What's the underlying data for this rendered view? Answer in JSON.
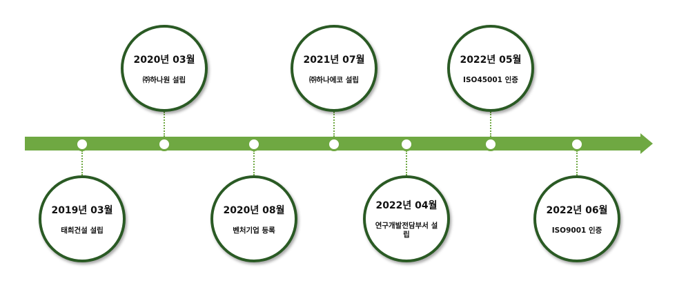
{
  "colors": {
    "timeline": "#6fa842",
    "circle_border": "#2a5a24",
    "text": "#111111"
  },
  "events": [
    {
      "date": "2019년 03월",
      "desc": "태희건설 설립"
    },
    {
      "date": "2020년 03월",
      "desc": "㈜하나원 설립"
    },
    {
      "date": "2020년 08월",
      "desc": "벤처기업 등록"
    },
    {
      "date": "2021년 07월",
      "desc": "㈜하나에코 설립"
    },
    {
      "date": "2022년 04월",
      "desc": "연구개발전담부서 설립"
    },
    {
      "date": "2022년 05월",
      "desc": "ISO45001 인증"
    },
    {
      "date": "2022년 06월",
      "desc": "ISO9001 인증"
    }
  ]
}
